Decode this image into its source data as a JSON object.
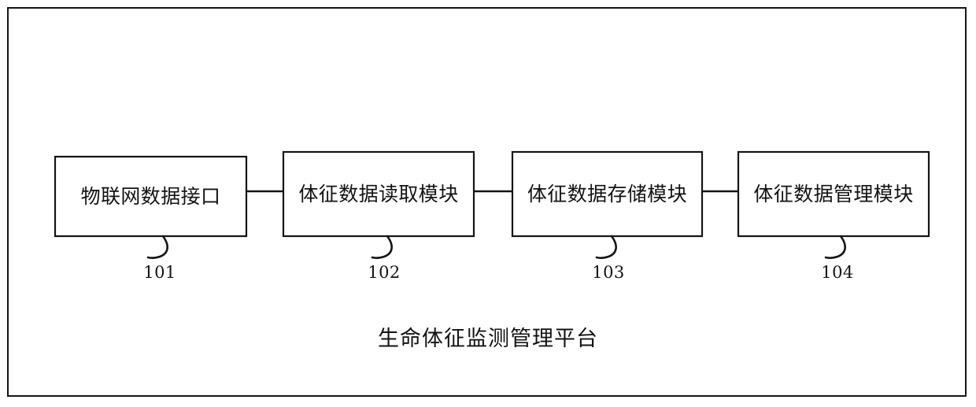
{
  "figure": {
    "type": "block-diagram",
    "caption": "生命体征监测管理平台",
    "frame_color": "#151515",
    "line_color": "#141414",
    "background_color": "#ffffff"
  },
  "nodes": [
    {
      "id": "101",
      "label": "物联网数据接口",
      "ref": "101"
    },
    {
      "id": "102",
      "label": "体征数据读取模块",
      "ref": "102"
    },
    {
      "id": "103",
      "label": "体征数据存储模块",
      "ref": "103"
    },
    {
      "id": "104",
      "label": "体征数据管理模块",
      "ref": "104"
    }
  ],
  "connectors": [
    {
      "from": "101",
      "to": "102"
    },
    {
      "from": "102",
      "to": "103"
    },
    {
      "from": "103",
      "to": "104"
    }
  ]
}
